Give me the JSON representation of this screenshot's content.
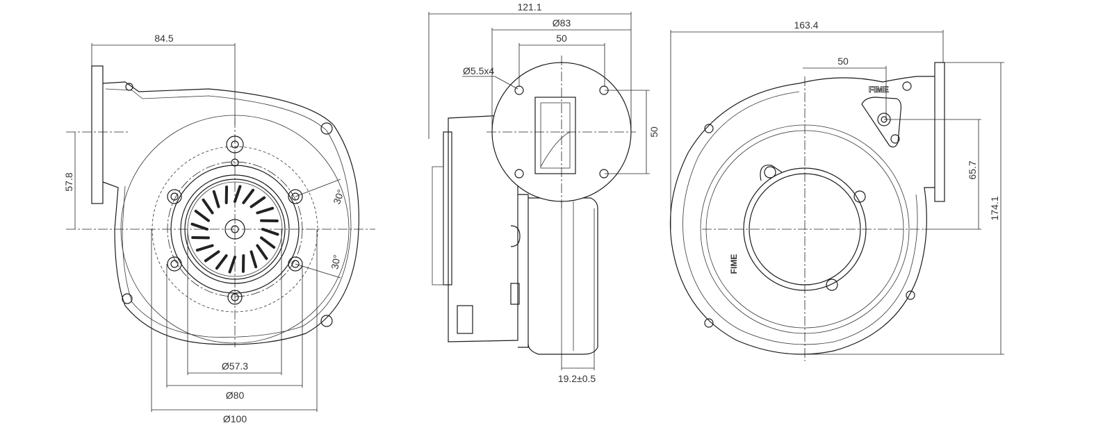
{
  "front_view": {
    "dims": {
      "width": "84.5",
      "outlet_offset": "57.8",
      "angle_upper": "30°",
      "angle_lower": "30°",
      "dia_inner": "Ø57.3",
      "dia_mid": "Ø80",
      "dia_outer": "Ø100"
    }
  },
  "side_view": {
    "dims": {
      "overall_depth": "121.1",
      "flange_dia": "Ø83",
      "hole_spacing_h": "50",
      "holes": "Ø5.5x4",
      "hole_spacing_v": "50",
      "inlet_depth": "19.2±0.5"
    }
  },
  "rear_view": {
    "logo": "FIME",
    "dims": {
      "overall_width": "163.4",
      "outlet_offset": "50",
      "outlet_height": "65.7",
      "overall_height": "174.1"
    }
  }
}
